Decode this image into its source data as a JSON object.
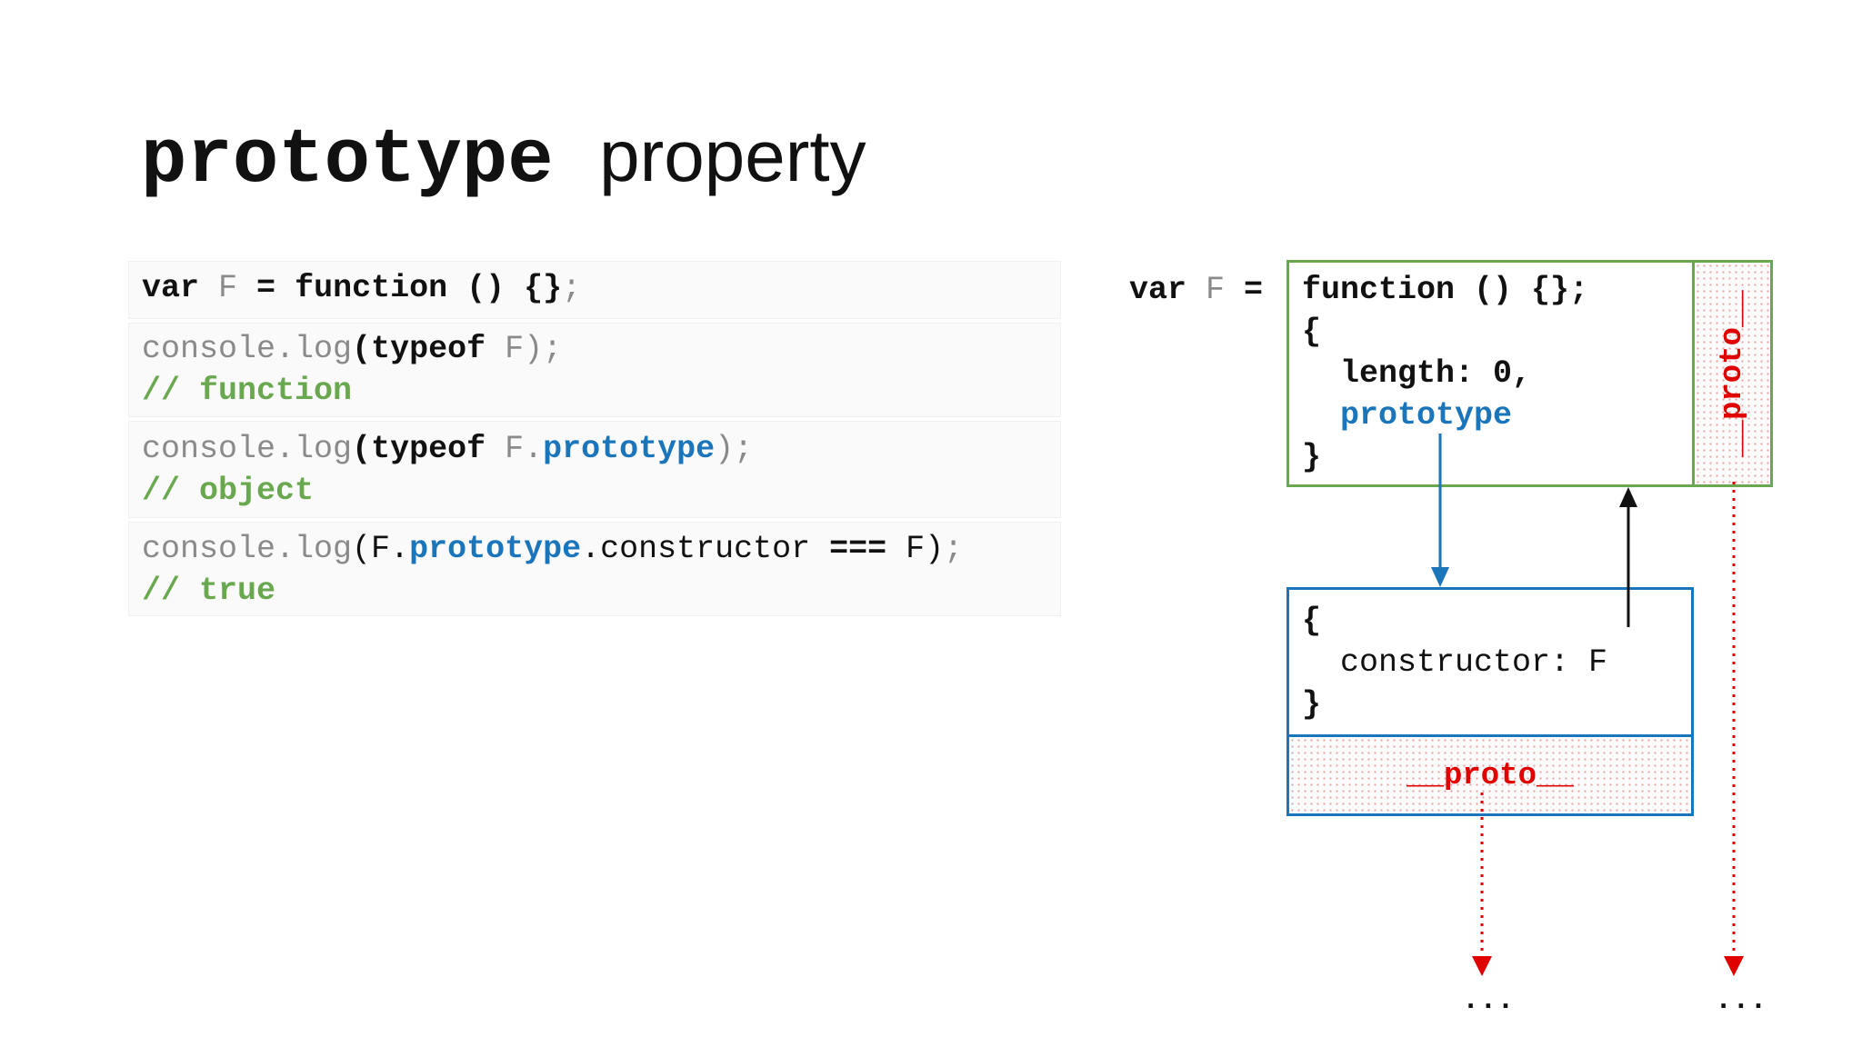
{
  "title": {
    "keyword": "prototype",
    "rest": "property"
  },
  "code_blocks": [
    {
      "lines": [
        [
          {
            "t": "var",
            "c": "b"
          },
          {
            "t": " F ",
            "c": "gray"
          },
          {
            "t": "=",
            "c": "b"
          },
          {
            "t": " ",
            "c": ""
          },
          {
            "t": "function",
            "c": "b"
          },
          {
            "t": " () {}",
            "c": "b"
          },
          {
            "t": ";",
            "c": "gray"
          }
        ]
      ]
    },
    {
      "lines": [
        [
          {
            "t": "console.log",
            "c": "gray"
          },
          {
            "t": "(",
            "c": "b"
          },
          {
            "t": "typeof",
            "c": "b"
          },
          {
            "t": " F)",
            "c": "gray"
          },
          {
            "t": ";",
            "c": "gray"
          }
        ],
        [
          {
            "t": "// function",
            "c": "green"
          }
        ]
      ]
    },
    {
      "lines": [
        [
          {
            "t": "console.log",
            "c": "gray"
          },
          {
            "t": "(",
            "c": "b"
          },
          {
            "t": "typeof",
            "c": "b"
          },
          {
            "t": " F.",
            "c": "gray"
          },
          {
            "t": "prototype",
            "c": "blue"
          },
          {
            "t": ")",
            "c": "gray"
          },
          {
            "t": ";",
            "c": "gray"
          }
        ],
        [
          {
            "t": "// object",
            "c": "green"
          }
        ]
      ]
    },
    {
      "lines": [
        [
          {
            "t": "console.log",
            "c": "gray"
          },
          {
            "t": "(F.",
            "c": ""
          },
          {
            "t": "prototype",
            "c": "blue"
          },
          {
            "t": ".constructor ",
            "c": ""
          },
          {
            "t": "===",
            "c": "b"
          },
          {
            "t": " F)",
            "c": ""
          },
          {
            "t": ";",
            "c": "gray"
          }
        ],
        [
          {
            "t": "// true",
            "c": "green"
          }
        ]
      ]
    }
  ],
  "diagram": {
    "var_label": [
      {
        "t": "var",
        "c": "b"
      },
      {
        "t": " F ",
        "c": "gray"
      },
      {
        "t": "=",
        "c": "b"
      }
    ],
    "function_box": {
      "lines": [
        [
          {
            "t": "function () {};",
            "c": "b"
          }
        ],
        [
          {
            "t": "{",
            "c": "b"
          }
        ],
        [
          {
            "t": "  length: 0,",
            "c": "b"
          }
        ],
        [
          {
            "t": "  ",
            "c": ""
          },
          {
            "t": "prototype",
            "c": "blue"
          }
        ],
        [
          {
            "t": "}",
            "c": "b"
          }
        ]
      ],
      "proto_label": "__proto__"
    },
    "prototype_box": {
      "lines": [
        [
          {
            "t": "{",
            "c": "b"
          }
        ],
        [
          {
            "t": "  constructor: F",
            "c": ""
          }
        ],
        [
          {
            "t": "}",
            "c": "b"
          }
        ]
      ],
      "proto_label": "__proto__"
    },
    "ellipsis_left": "...",
    "ellipsis_right": "...",
    "colors": {
      "function_box_border": "#6aa84f",
      "prototype_box_border": "#1a75bb",
      "proto_link": "#e00000",
      "constructor_link": "#111111",
      "prototype_link": "#1a75bb"
    }
  }
}
